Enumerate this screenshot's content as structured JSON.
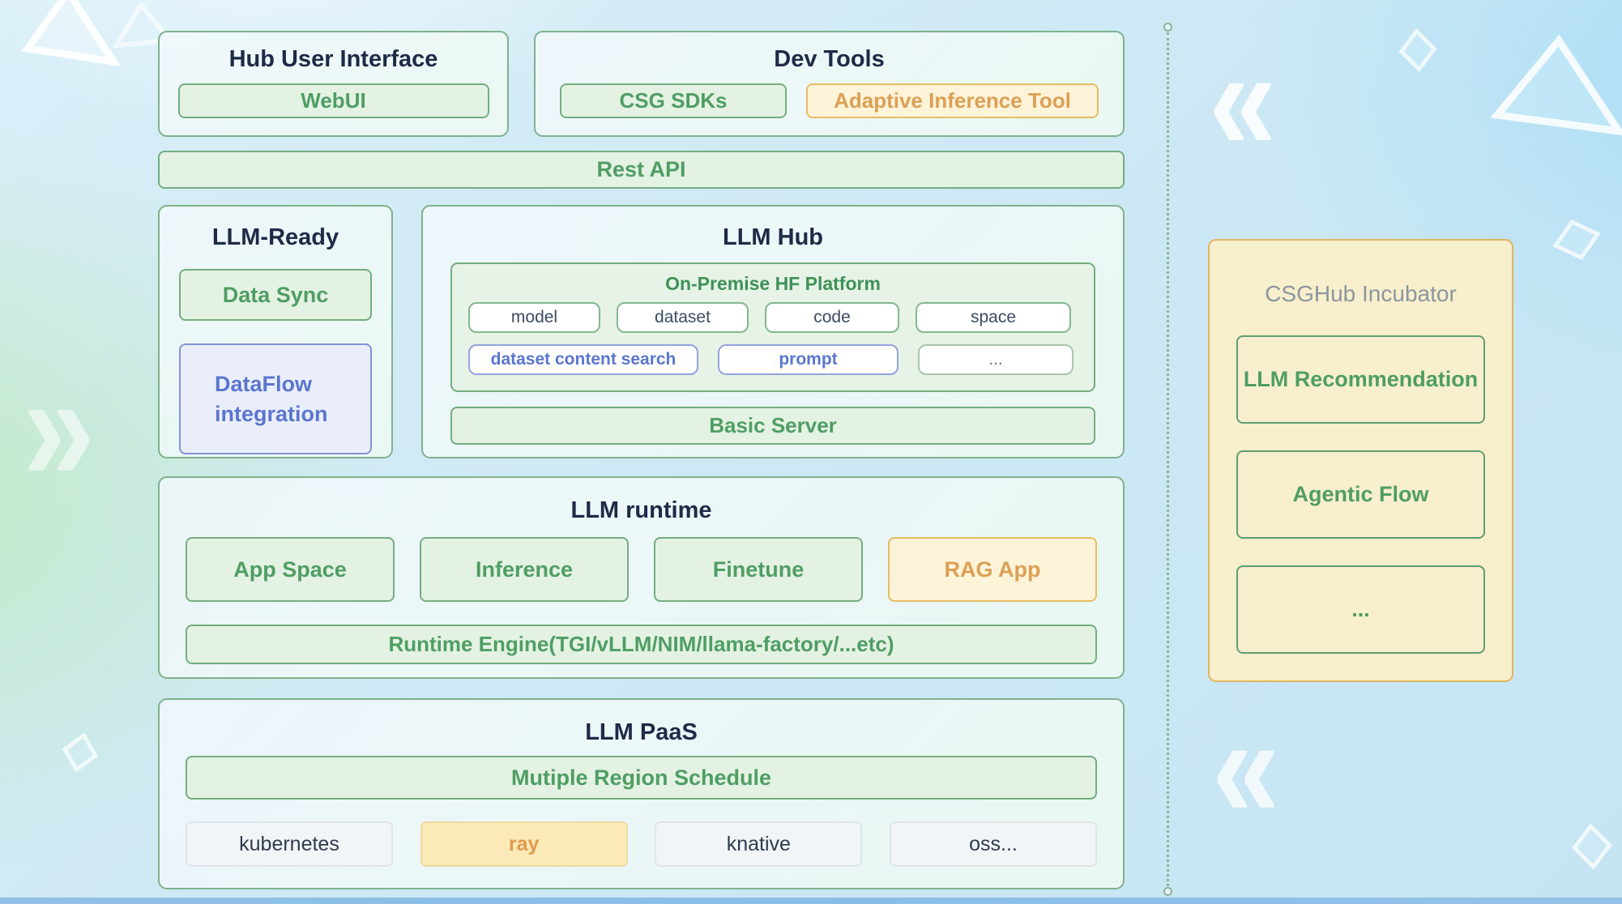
{
  "top": {
    "hub_ui": {
      "title": "Hub User Interface",
      "webui": "WebUI"
    },
    "dev_tools": {
      "title": "Dev Tools",
      "csg_sdks": "CSG SDKs",
      "adaptive_tool": "Adaptive Inference Tool"
    }
  },
  "rest_api": "Rest API",
  "llm_ready": {
    "title": "LLM-Ready",
    "data_sync": "Data Sync",
    "dataflow": "DataFlow integration"
  },
  "llm_hub": {
    "title": "LLM Hub",
    "platform_title": "On-Premise HF Platform",
    "row1": [
      "model",
      "dataset",
      "code",
      "space"
    ],
    "row2": [
      "dataset content search",
      "prompt",
      "..."
    ],
    "basic_server": "Basic Server"
  },
  "llm_runtime": {
    "title": "LLM runtime",
    "items": [
      "App Space",
      "Inference",
      "Finetune",
      "RAG App"
    ],
    "engine": "Runtime Engine(TGI/vLLM/NIM/llama-factory/...etc)"
  },
  "llm_paas": {
    "title": "LLM PaaS",
    "schedule": "Mutiple Region Schedule",
    "items": [
      "kubernetes",
      "ray",
      "knative",
      "oss..."
    ]
  },
  "incubator": {
    "title": "CSGHub Incubator",
    "items": [
      "LLM Recommendation",
      "Agentic Flow",
      "..."
    ]
  },
  "decor": {
    "chevron_right": "»",
    "chevron_left": "«"
  },
  "colors": {
    "green_text": "#4f9e64",
    "orange_text": "#dba055",
    "blue_text": "#5a76cd",
    "border_green": "#72ae80",
    "border_orange": "#e7bc63",
    "panel_yellow": "#f8efcd"
  }
}
